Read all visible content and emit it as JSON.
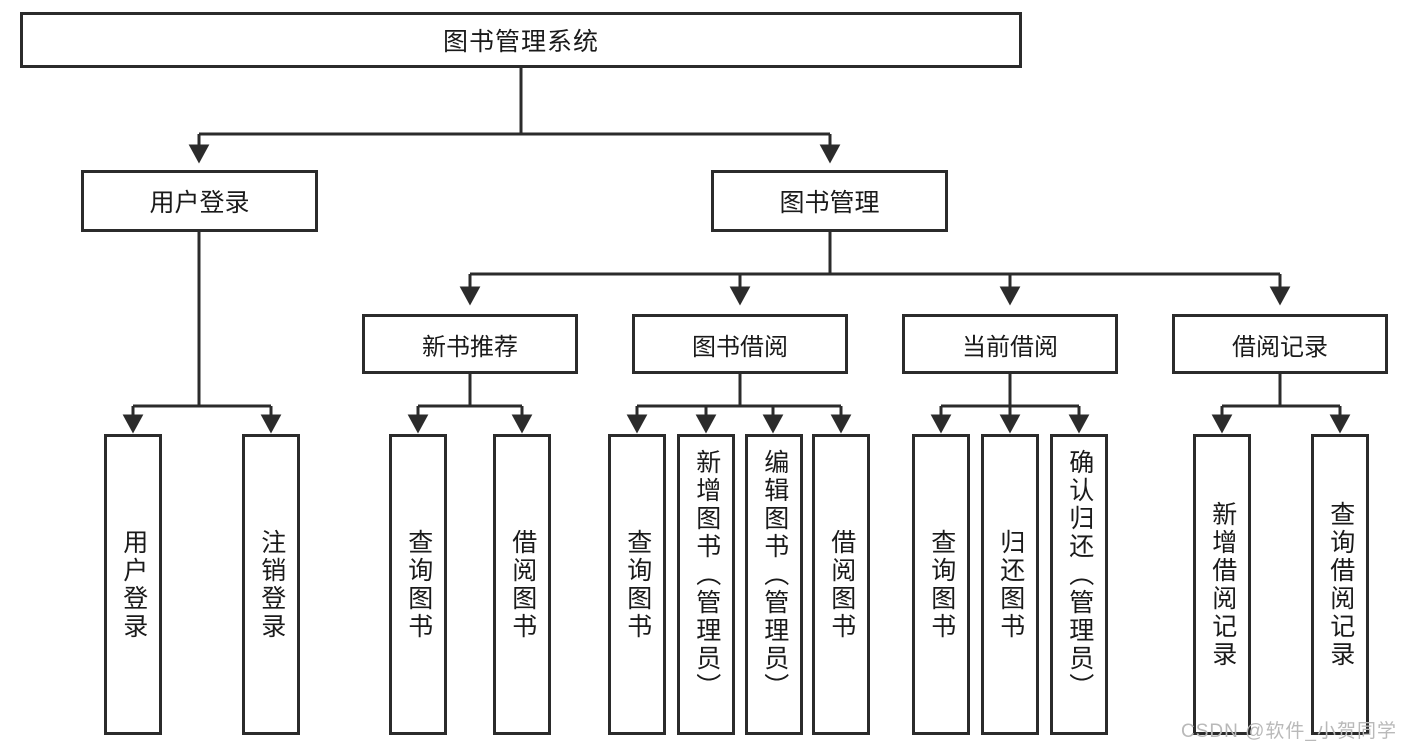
{
  "diagram": {
    "title": "图书管理系统",
    "type": "tree-hierarchy",
    "colors": {
      "stroke": "#2b2b2b",
      "fill": "#ffffff",
      "text": "#1a1a1a",
      "watermark": "#b9b9b9"
    },
    "root": {
      "label": "图书管理系统"
    },
    "level2": [
      {
        "label": "用户登录"
      },
      {
        "label": "图书管理"
      }
    ],
    "level3": [
      {
        "label": "新书推荐"
      },
      {
        "label": "图书借阅"
      },
      {
        "label": "当前借阅"
      },
      {
        "label": "借阅记录"
      }
    ],
    "leaves": {
      "user_login": [
        {
          "label": "用户登录"
        },
        {
          "label": "注销登录"
        }
      ],
      "new_book_recommend": [
        {
          "label": "查询图书"
        },
        {
          "label": "借阅图书"
        }
      ],
      "book_borrow": [
        {
          "label": "查询图书"
        },
        {
          "label": "新增图书（管理员）"
        },
        {
          "label": "编辑图书（管理员）"
        },
        {
          "label": "借阅图书"
        }
      ],
      "current_borrow": [
        {
          "label": "查询图书"
        },
        {
          "label": "归还图书"
        },
        {
          "label": "确认归还（管理员）"
        }
      ],
      "borrow_record": [
        {
          "label": "新增借阅记录"
        },
        {
          "label": "查询借阅记录"
        }
      ]
    }
  },
  "watermark": {
    "text": "CSDN @软件_小贺同学"
  }
}
